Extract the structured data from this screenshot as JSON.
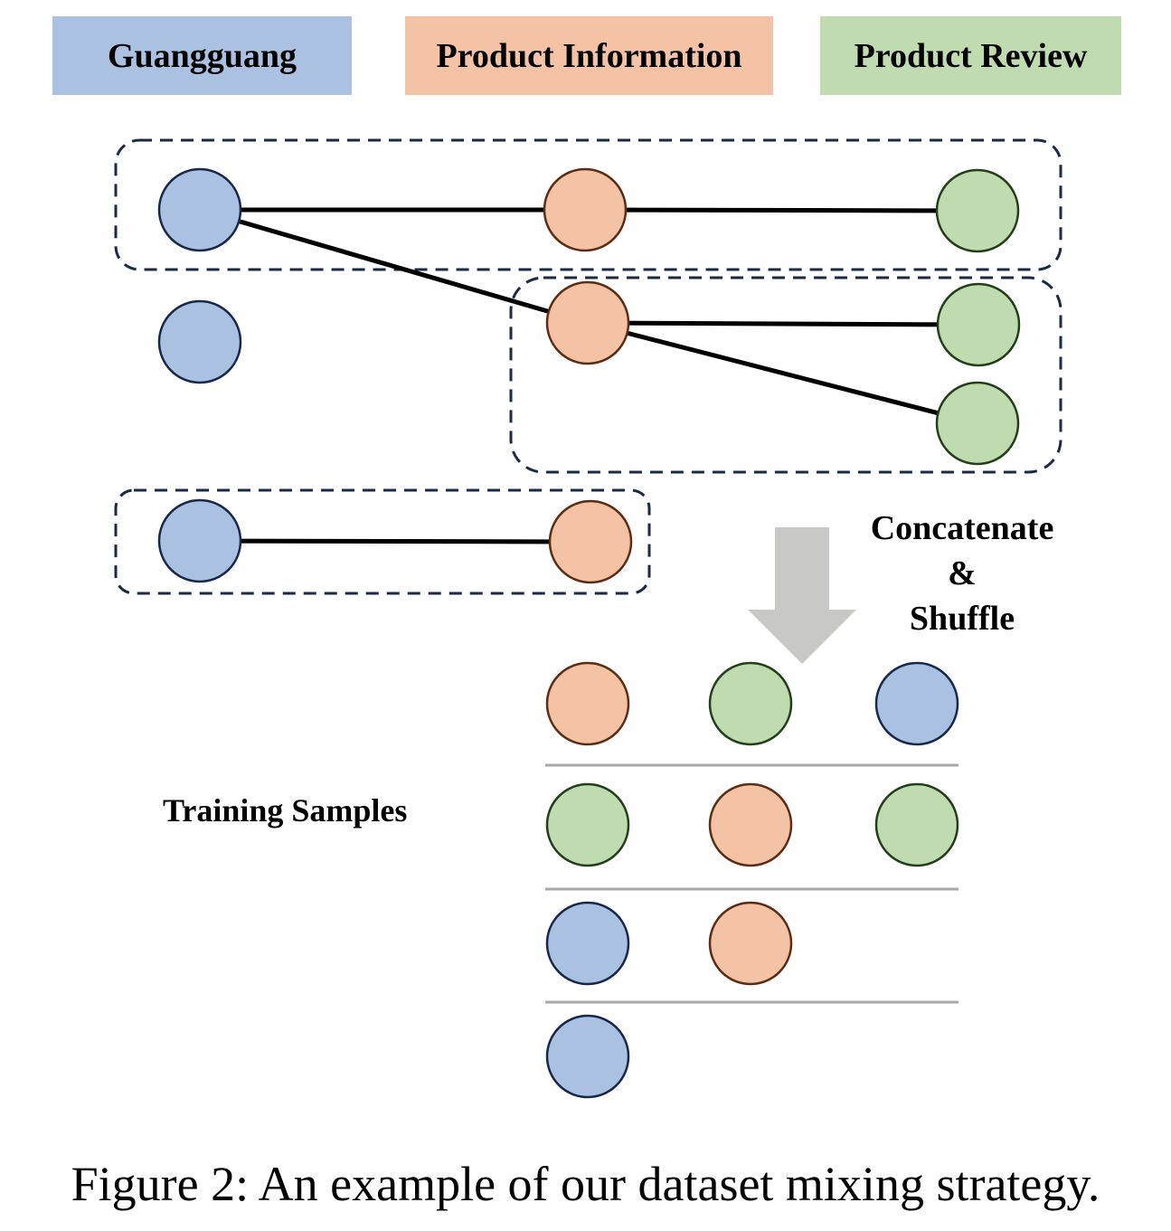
{
  "legend": [
    {
      "label": "Guangguang",
      "type": "guangguang"
    },
    {
      "label": "Product Information",
      "type": "product_info"
    },
    {
      "label": "Product Review",
      "type": "product_review"
    }
  ],
  "colors": {
    "guangguang": {
      "fill": "#abc1e1",
      "stroke": "#17284a"
    },
    "product_info": {
      "fill": "#f4c3a5",
      "stroke": "#5a2d14"
    },
    "product_review": {
      "fill": "#c1dbb0",
      "stroke": "#233f1a"
    },
    "arrow": "#c8c8c6",
    "group_border": "#1b2a45",
    "separator": "#a9a9a9"
  },
  "groups": [
    {
      "name": "group-1",
      "nodes": [
        "guangguang",
        "product_info",
        "product_review"
      ]
    },
    {
      "name": "group-2",
      "nodes": [
        "product_info",
        "product_review",
        "product_review"
      ]
    },
    {
      "name": "group-3",
      "nodes": [
        "guangguang",
        "product_info"
      ]
    }
  ],
  "unlinked_nodes": [
    "guangguang"
  ],
  "operation": {
    "line1": "Concatenate",
    "line2": "&",
    "line3": "Shuffle"
  },
  "training": {
    "label": "Training Samples",
    "rows": [
      [
        "product_info",
        "product_review",
        "guangguang"
      ],
      [
        "product_review",
        "product_info",
        "product_review"
      ],
      [
        "guangguang",
        "product_info"
      ],
      [
        "guangguang"
      ]
    ]
  },
  "caption": "Figure 2: An example of our dataset mixing strategy."
}
